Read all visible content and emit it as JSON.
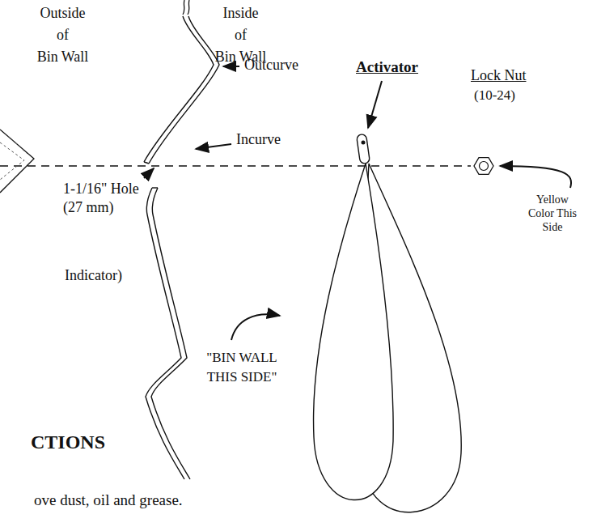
{
  "diagram": {
    "labels": [
      "Outside of Bin Wall",
      "Inside of Bin Wall",
      "Activator",
      "Outcurve",
      "Lock Nut",
      "(10-24)",
      "Incurve",
      "1-1/16\" Hole (27 mm)",
      "Yellow Color This Side",
      "Indicator)",
      "\"BIN WALL THIS SIDE\"",
      "CTIONS",
      "ove dust, oil and grease."
    ]
  }
}
